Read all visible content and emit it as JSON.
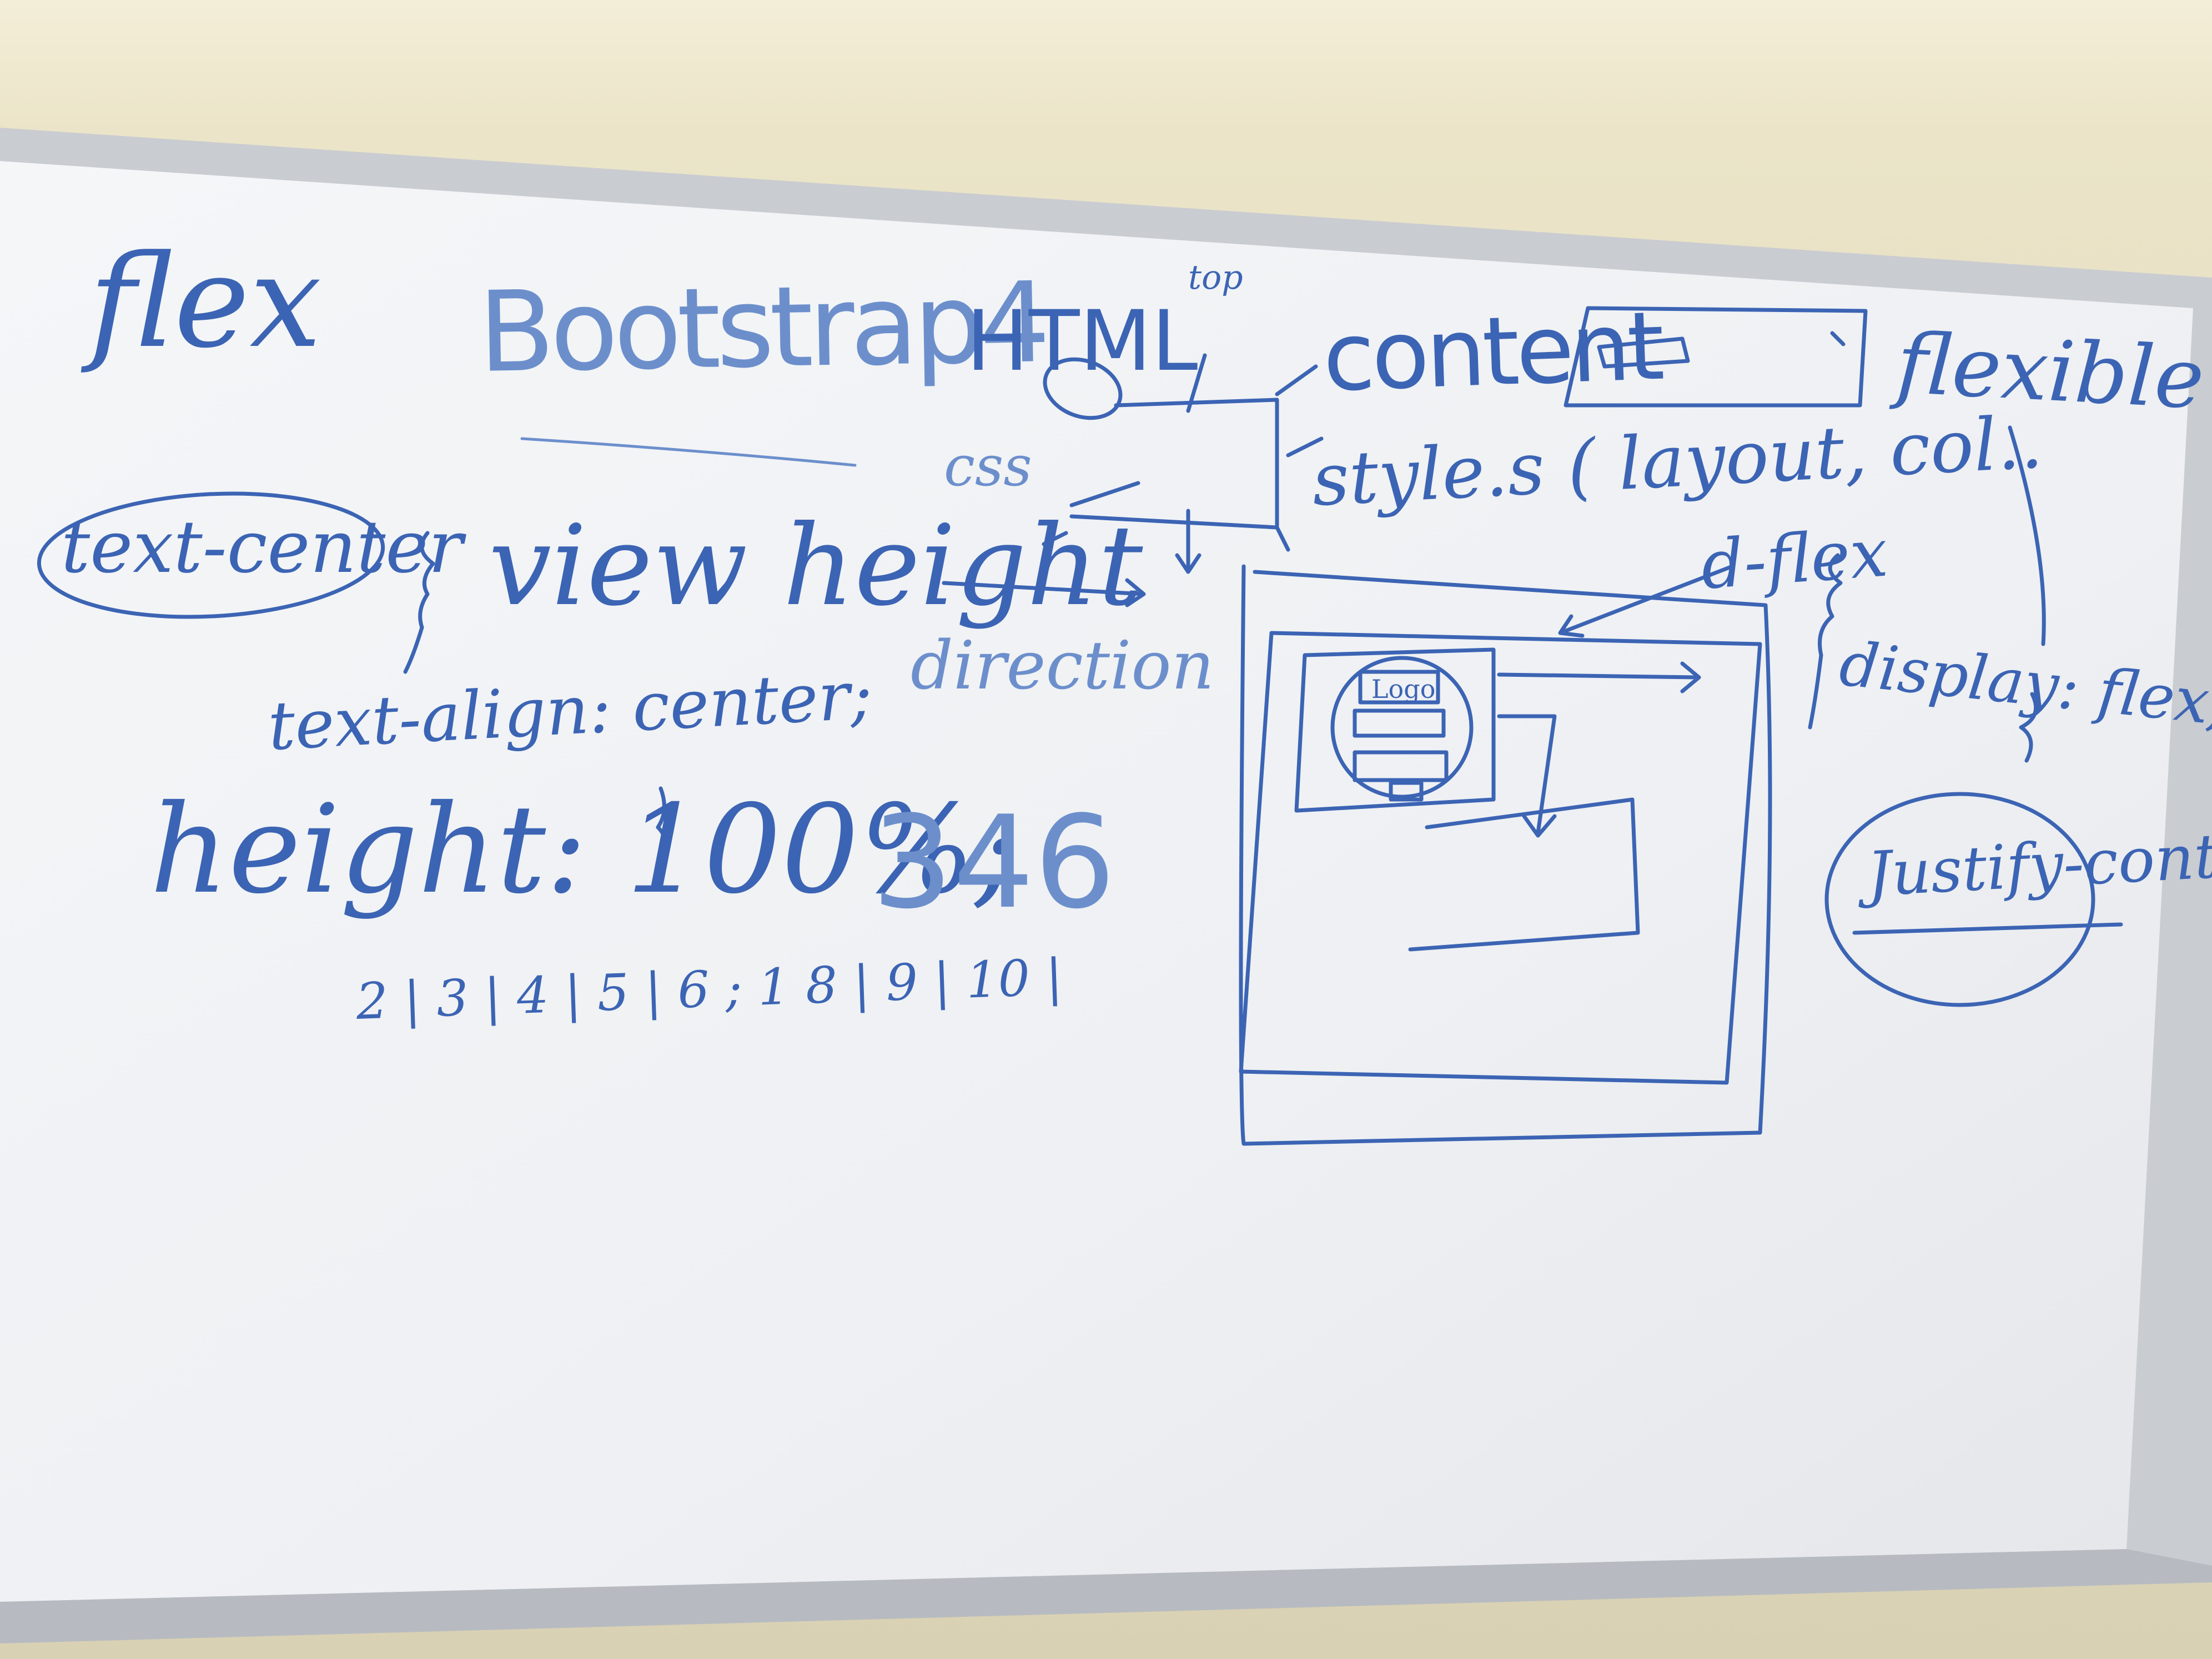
{
  "whiteboard": {
    "labels": {
      "flex": "flex",
      "bootstrap": "Bootstrap4",
      "html": "HTML",
      "top": "top",
      "css": "css",
      "content": "content",
      "flexible": "flexible",
      "styles": "style.s ( layout, col..",
      "text_center": "text-center",
      "view_height": "view height",
      "direction": "direction",
      "d_flex": "d-flex",
      "display_flex": "display: flex;",
      "text_align": "text-align: center;",
      "height": "height: 100%;",
      "number": "346",
      "sequence": "2 | 3 | 4 | 5 | 6 ; 1 8 | 9 | 10 |",
      "justify_content": "Justify-content",
      "logo": "Logo"
    }
  },
  "colors": {
    "wall": "#ebe4c8",
    "board": "#f2f4f6",
    "frame": "#c8cbd0",
    "marker": "#3c64b4"
  }
}
